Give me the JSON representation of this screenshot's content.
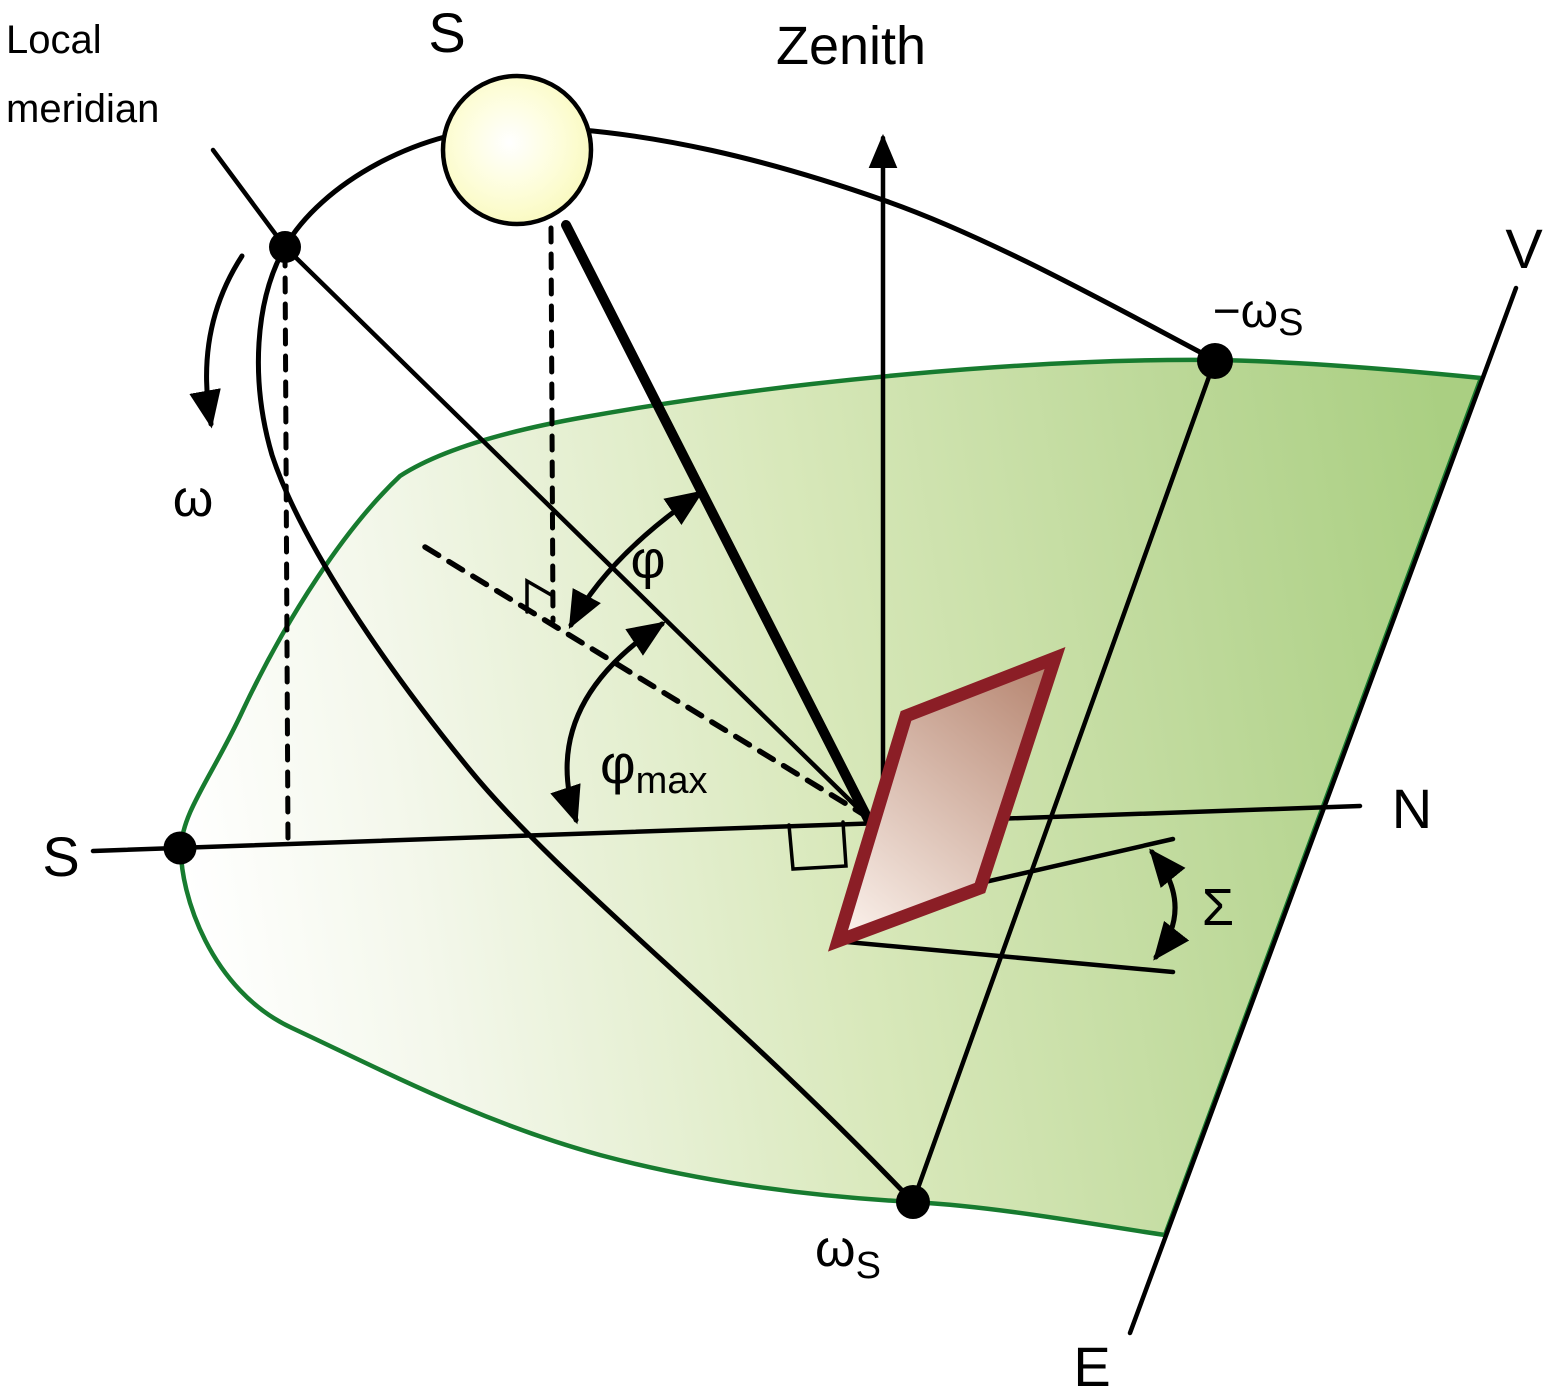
{
  "labels": {
    "local_meridian_line1": "Local",
    "local_meridian_line2": "meridian",
    "sun_point": "S",
    "zenith": "Zenith",
    "neg_omega": "−ω",
    "neg_omega_sub": "S",
    "v_axis": "V",
    "omega": "ω",
    "phi": "φ",
    "phi_max_base": "φ",
    "phi_max_sub": "max",
    "south": "S",
    "north": "N",
    "sigma": "Σ",
    "omega_s_base": "ω",
    "omega_s_sub": "S",
    "east": "E"
  },
  "colors": {
    "plane_fill_white": "#ffffff",
    "plane_fill_pale": "#f3f7ea",
    "plane_fill_mid": "#d8e8ba",
    "plane_fill_deep": "#bcd898",
    "plane_fill_dark": "#aacf82",
    "plane_border": "#177b2f",
    "panel_border": "#8b1e26",
    "panel_fill_light": "#faf0ea",
    "panel_fill_dark": "#b27f69",
    "sun_center": "#ffffff",
    "sun_mid": "#fdfdd8",
    "sun_edge": "#f6f6a6",
    "line_color": "#000000"
  }
}
